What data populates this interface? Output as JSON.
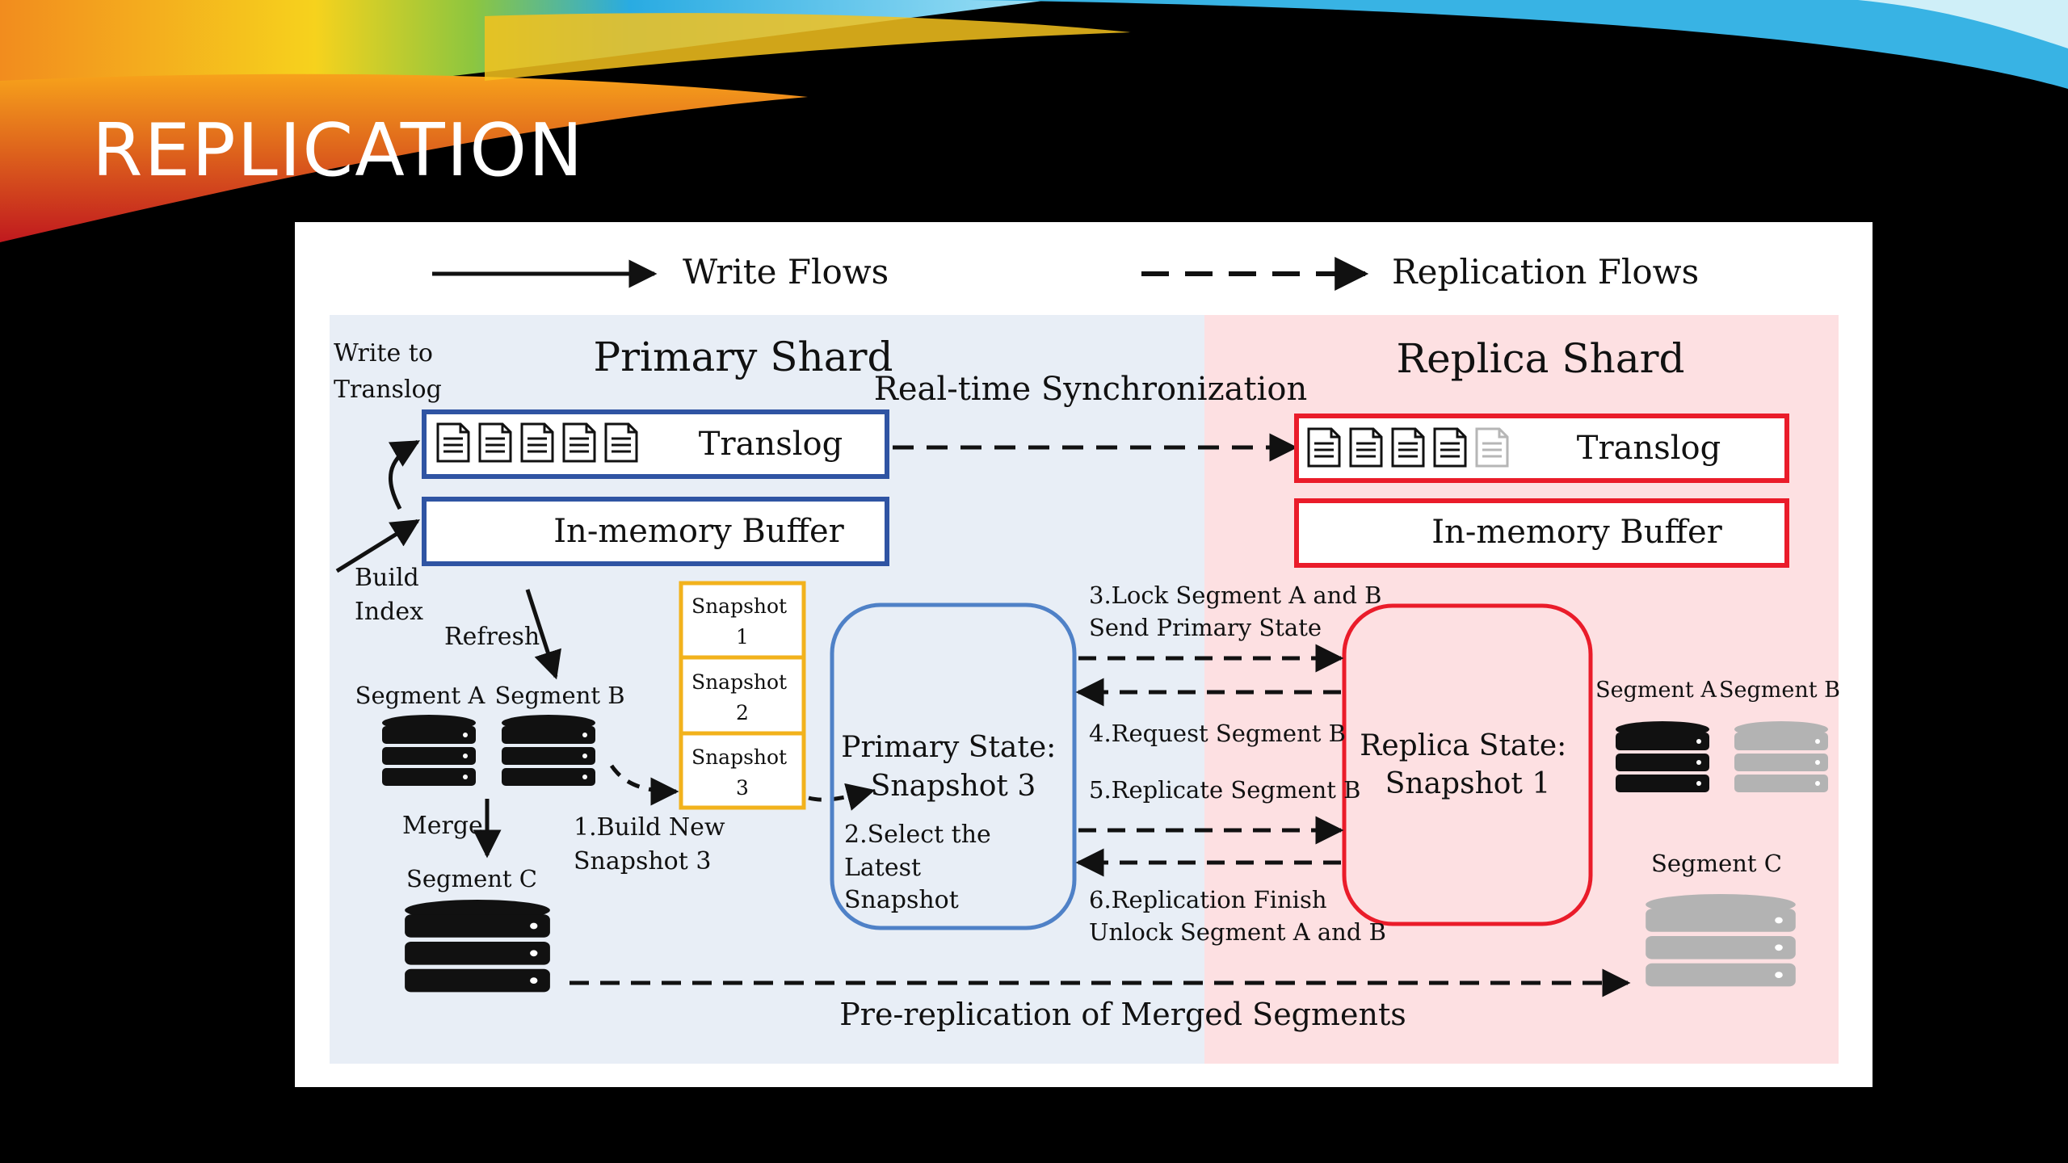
{
  "slide": {
    "title": "REPLICATION"
  },
  "legend": {
    "write_flows": "Write Flows",
    "replication_flows": "Replication Flows"
  },
  "primary": {
    "title": "Primary Shard",
    "write_to_translog": [
      "Write to",
      "Translog"
    ],
    "translog": "Translog",
    "buffer": "In-memory Buffer",
    "build_index": [
      "Build",
      "Index"
    ],
    "refresh": "Refresh",
    "segment_a": "Segment A",
    "segment_b": "Segment B",
    "segment_c": "Segment C",
    "merge": "Merge",
    "build_new": [
      "1.Build New",
      "Snapshot 3"
    ],
    "snapshots": [
      [
        "Snapshot",
        "1"
      ],
      [
        "Snapshot",
        "2"
      ],
      [
        "Snapshot",
        "3"
      ]
    ],
    "state": [
      "Primary State:",
      "Snapshot 3"
    ],
    "select_latest": [
      "2.Select the",
      "Latest",
      "Snapshot"
    ]
  },
  "replica": {
    "title": "Replica Shard",
    "translog": "Translog",
    "buffer": "In-memory Buffer",
    "state": [
      "Replica State:",
      "Snapshot 1"
    ],
    "segment_a": "Segment A",
    "segment_b": "Segment B",
    "segment_c": "Segment C"
  },
  "sync": "Real-time Synchronization",
  "steps": {
    "lock": [
      "3.Lock Segment A and B",
      "Send Primary State"
    ],
    "request": "4.Request Segment B",
    "replicate": "5.Replicate Segment B",
    "finish": [
      "6.Replication Finish",
      "Unlock Segment A and B"
    ]
  },
  "pre_replication": "Pre-replication of Merged Segments",
  "colors": {
    "primary_bg": "#e8eef6",
    "replica_bg": "#fde0e2",
    "blue": "#2f54a3",
    "red": "#ea1c2a",
    "yellow": "#f2b21c",
    "state_blue": "#4f81c7"
  }
}
